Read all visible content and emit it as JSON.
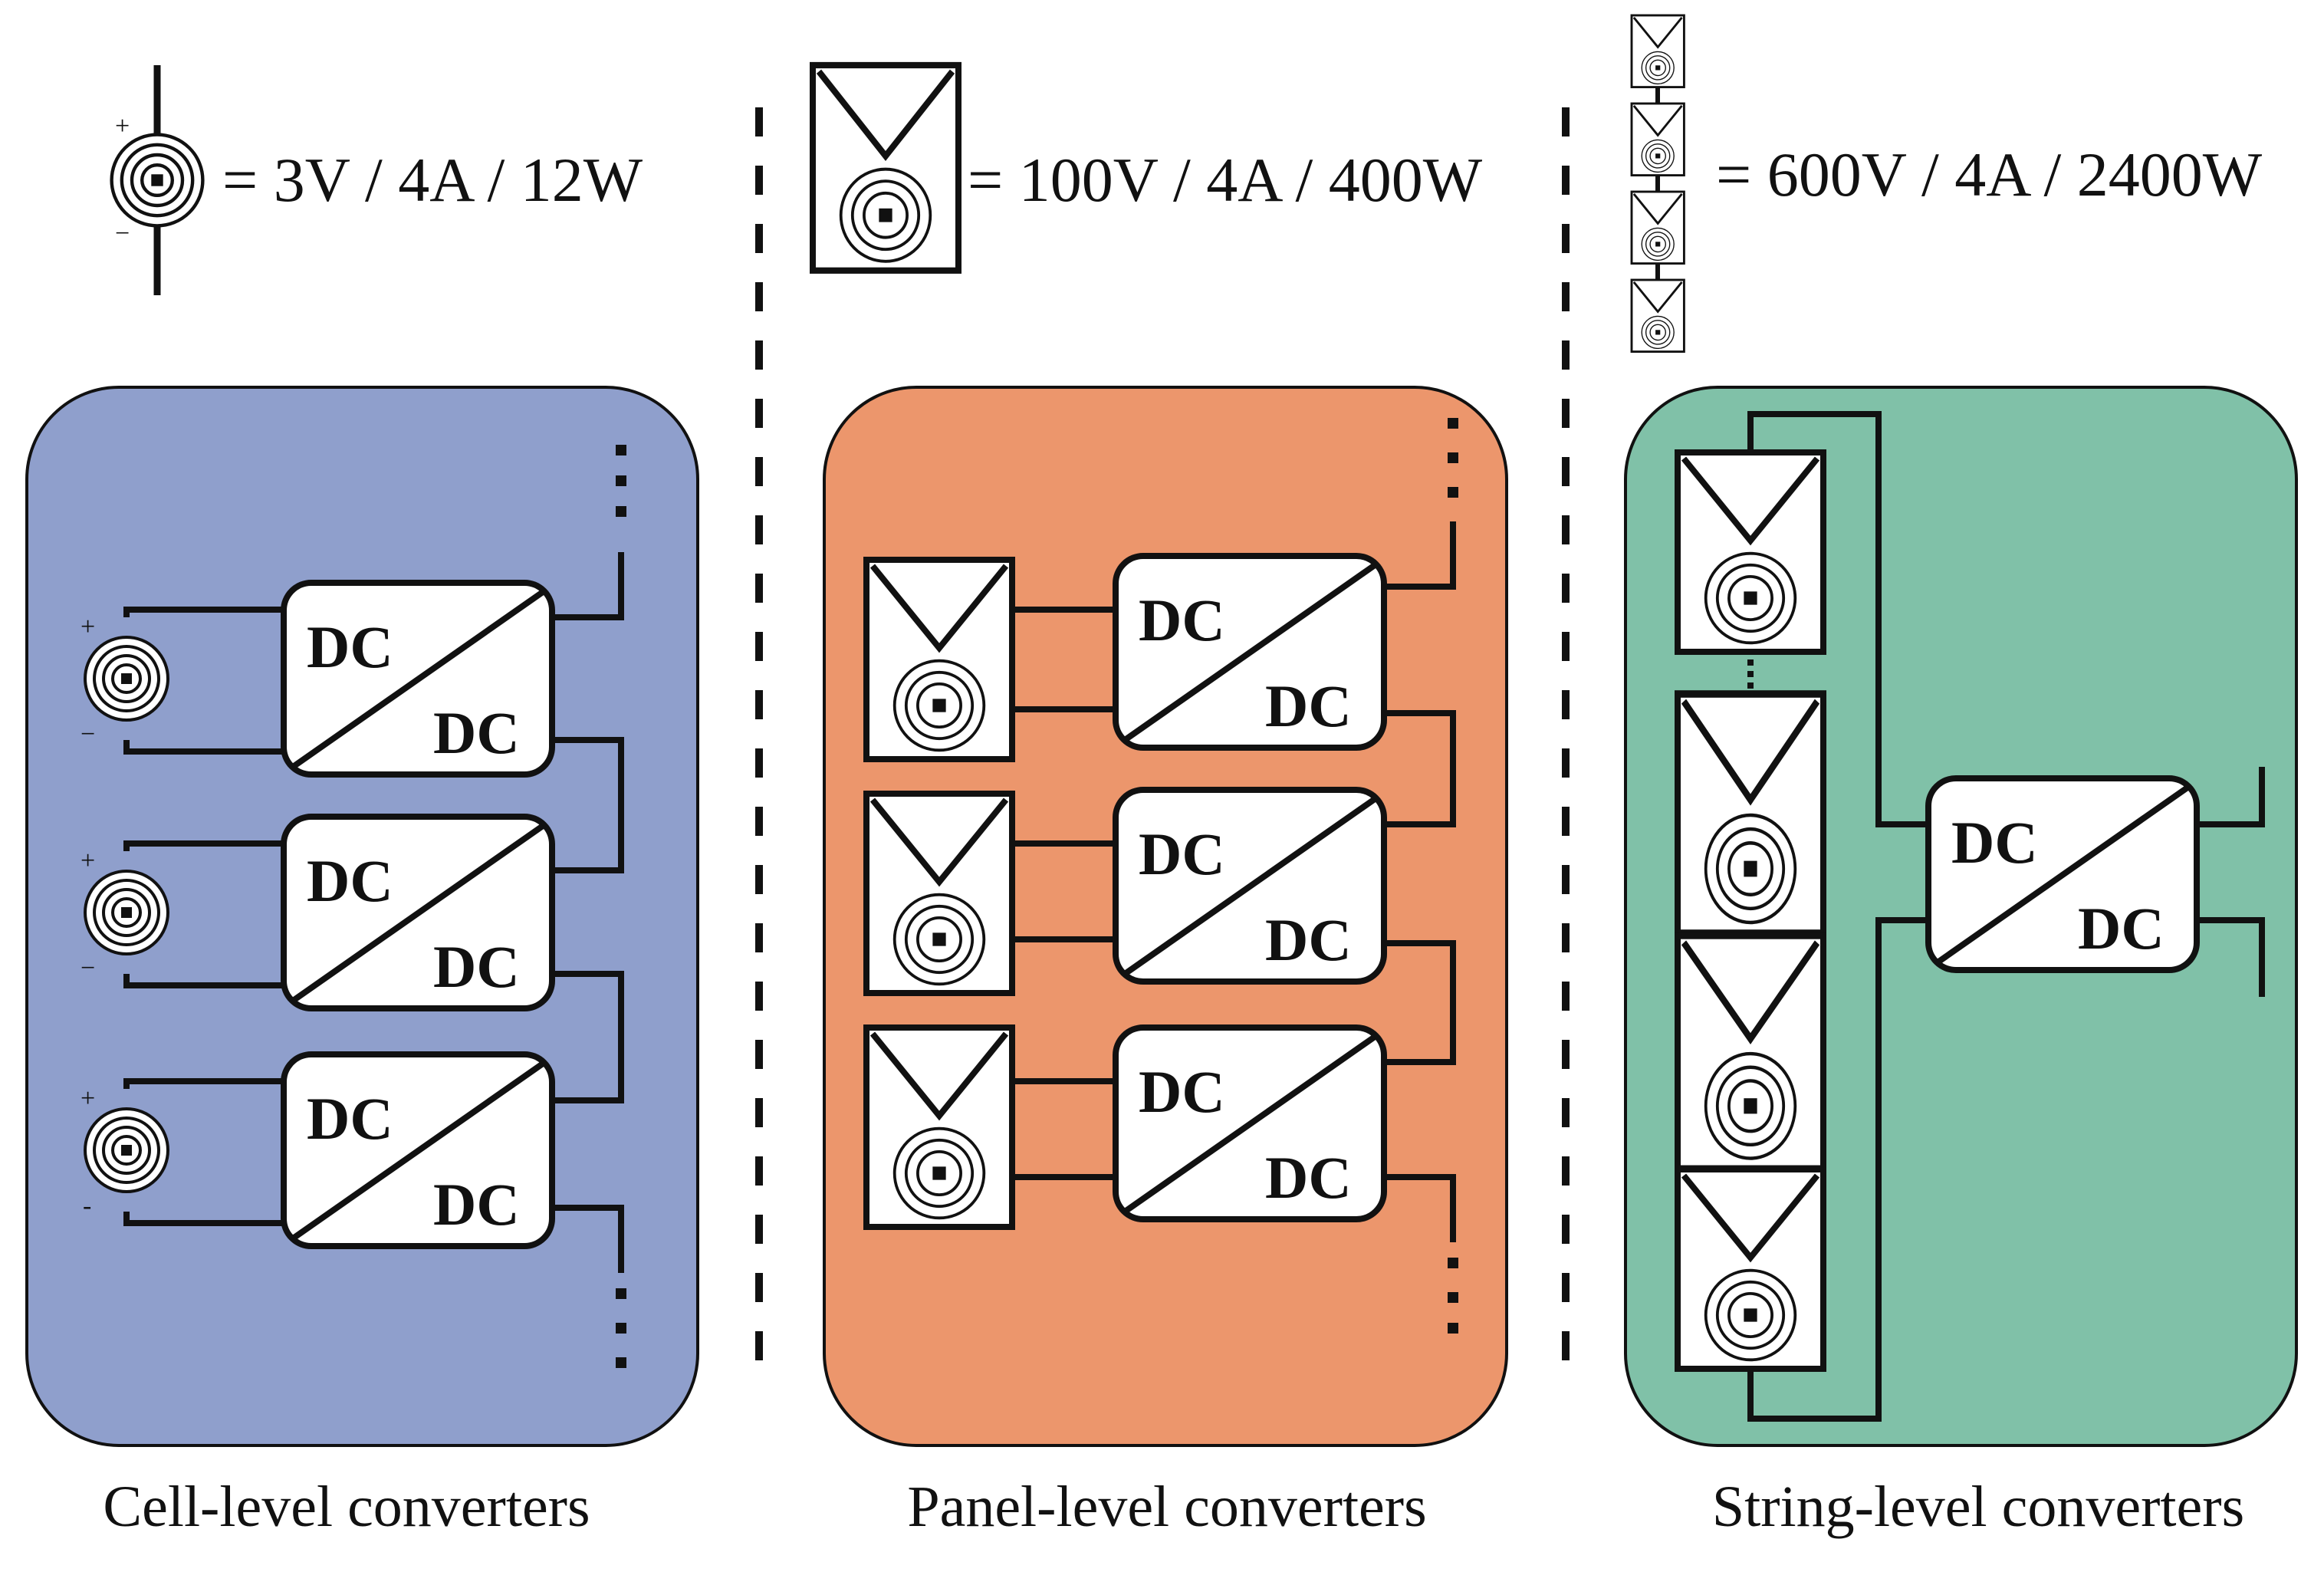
{
  "legend": {
    "cell": "= 3V / 4A / 12W",
    "panel": "= 100V / 4A / 400W",
    "string": "= 600V / 4A / 2400W"
  },
  "converter": {
    "input_label": "DC",
    "output_label": "DC"
  },
  "polarity": {
    "plus": "+",
    "minus": "−",
    "minus_alt": "-"
  },
  "groups": [
    {
      "caption": "Cell-level converters",
      "color": "#8f9fcc"
    },
    {
      "caption": "Panel-level converters",
      "color": "#ec966c"
    },
    {
      "caption": "String-level converters",
      "color": "#80c1a8"
    }
  ]
}
